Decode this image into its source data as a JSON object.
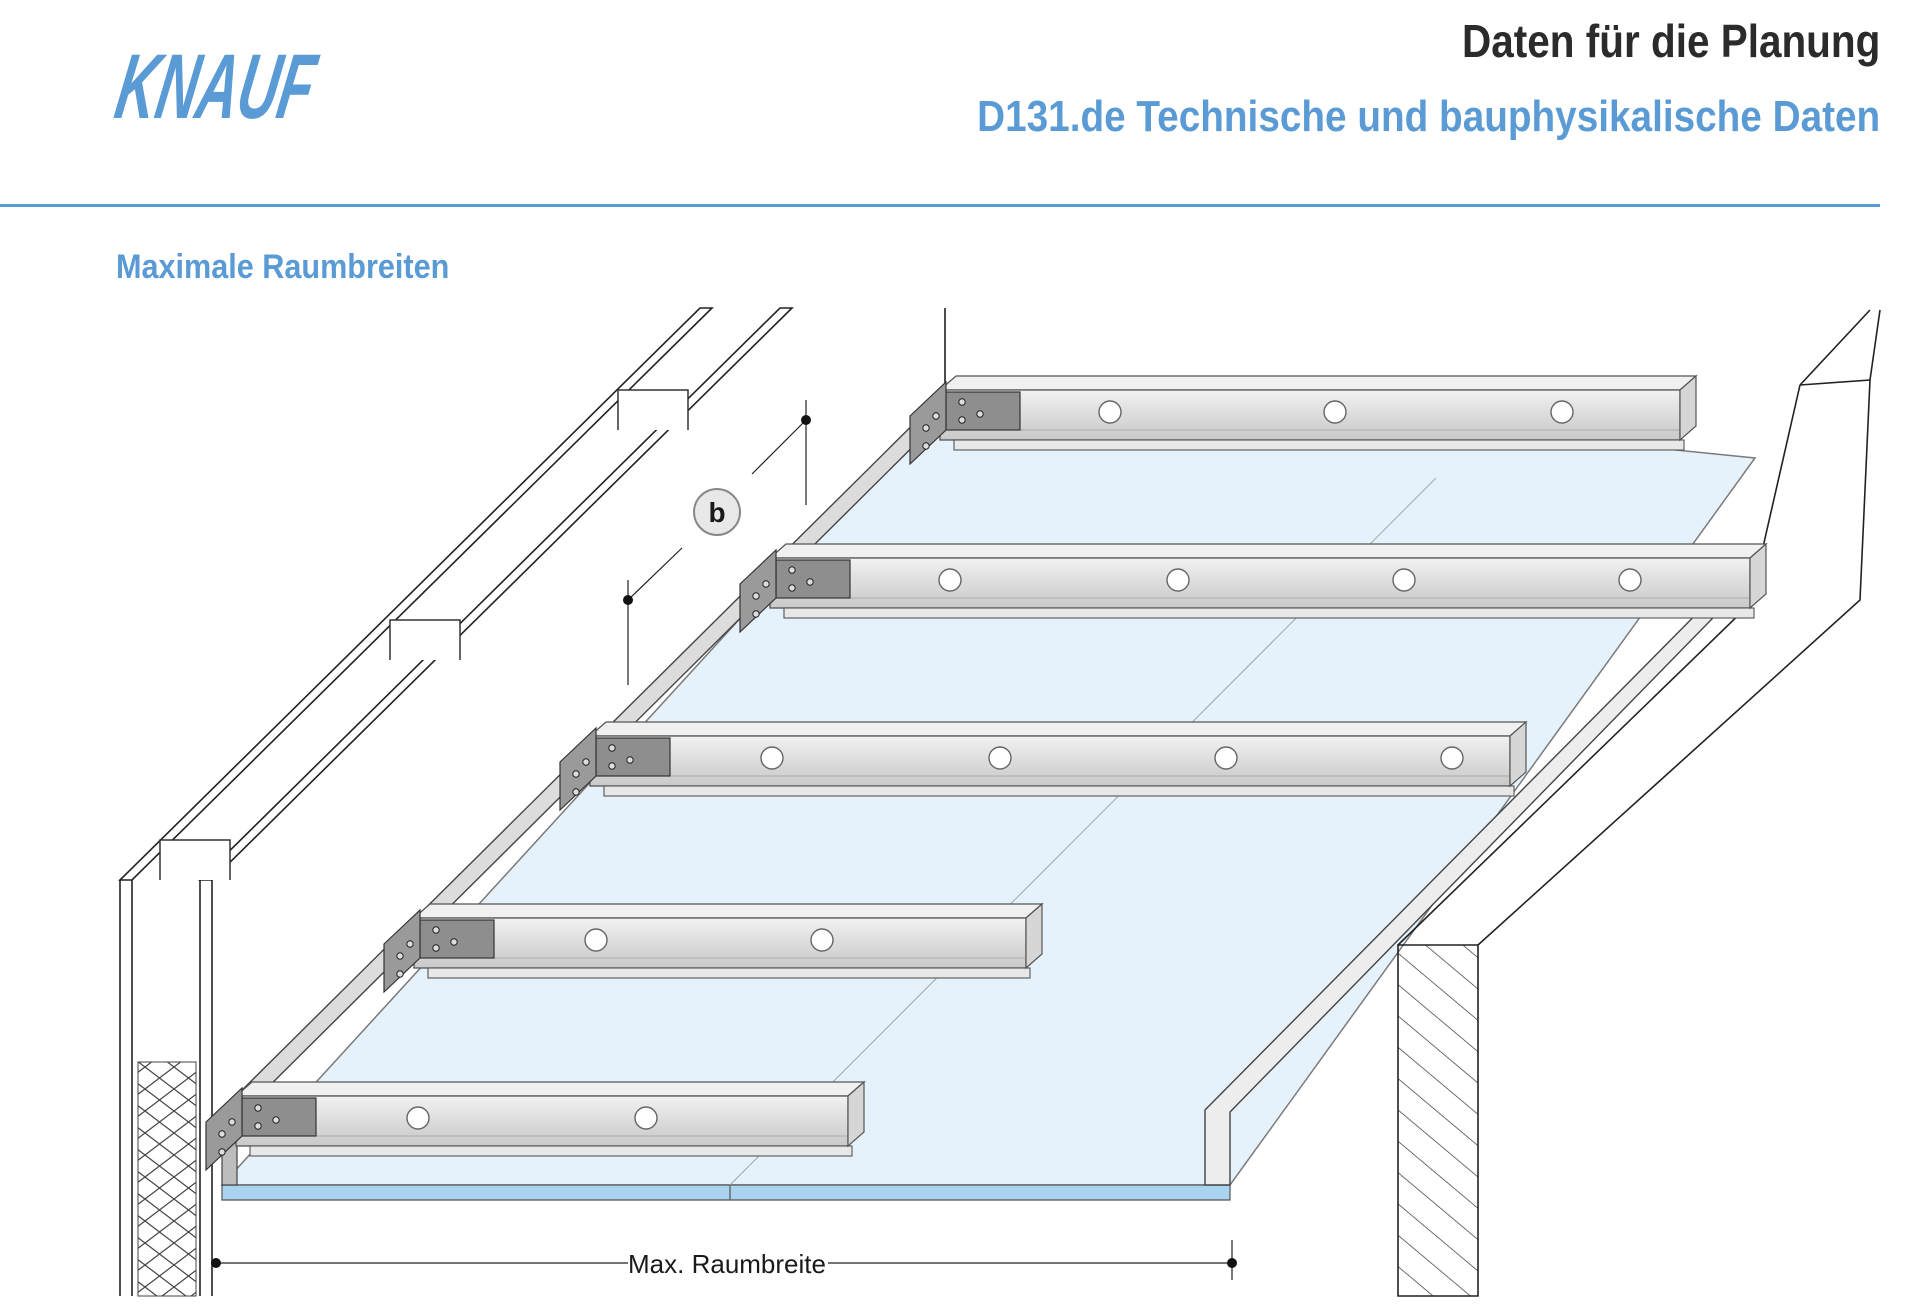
{
  "header": {
    "logo_text": "KNAUF",
    "title": "Daten für die Planung",
    "subtitle": "D131.de Technische und bauphysikalische Daten"
  },
  "section": {
    "title": "Maximale Raumbreiten"
  },
  "drawing": {
    "dimension_b_label": "b",
    "width_dimension_label": "Max. Raumbreite"
  },
  "colors": {
    "accent": "#5b9bd5",
    "board": "#e6f2fb",
    "board_edge": "#a9d3ee",
    "profile": "#e3e3e3",
    "profile_dark": "#b5b5b5",
    "bracket": "#8a8a8a"
  }
}
